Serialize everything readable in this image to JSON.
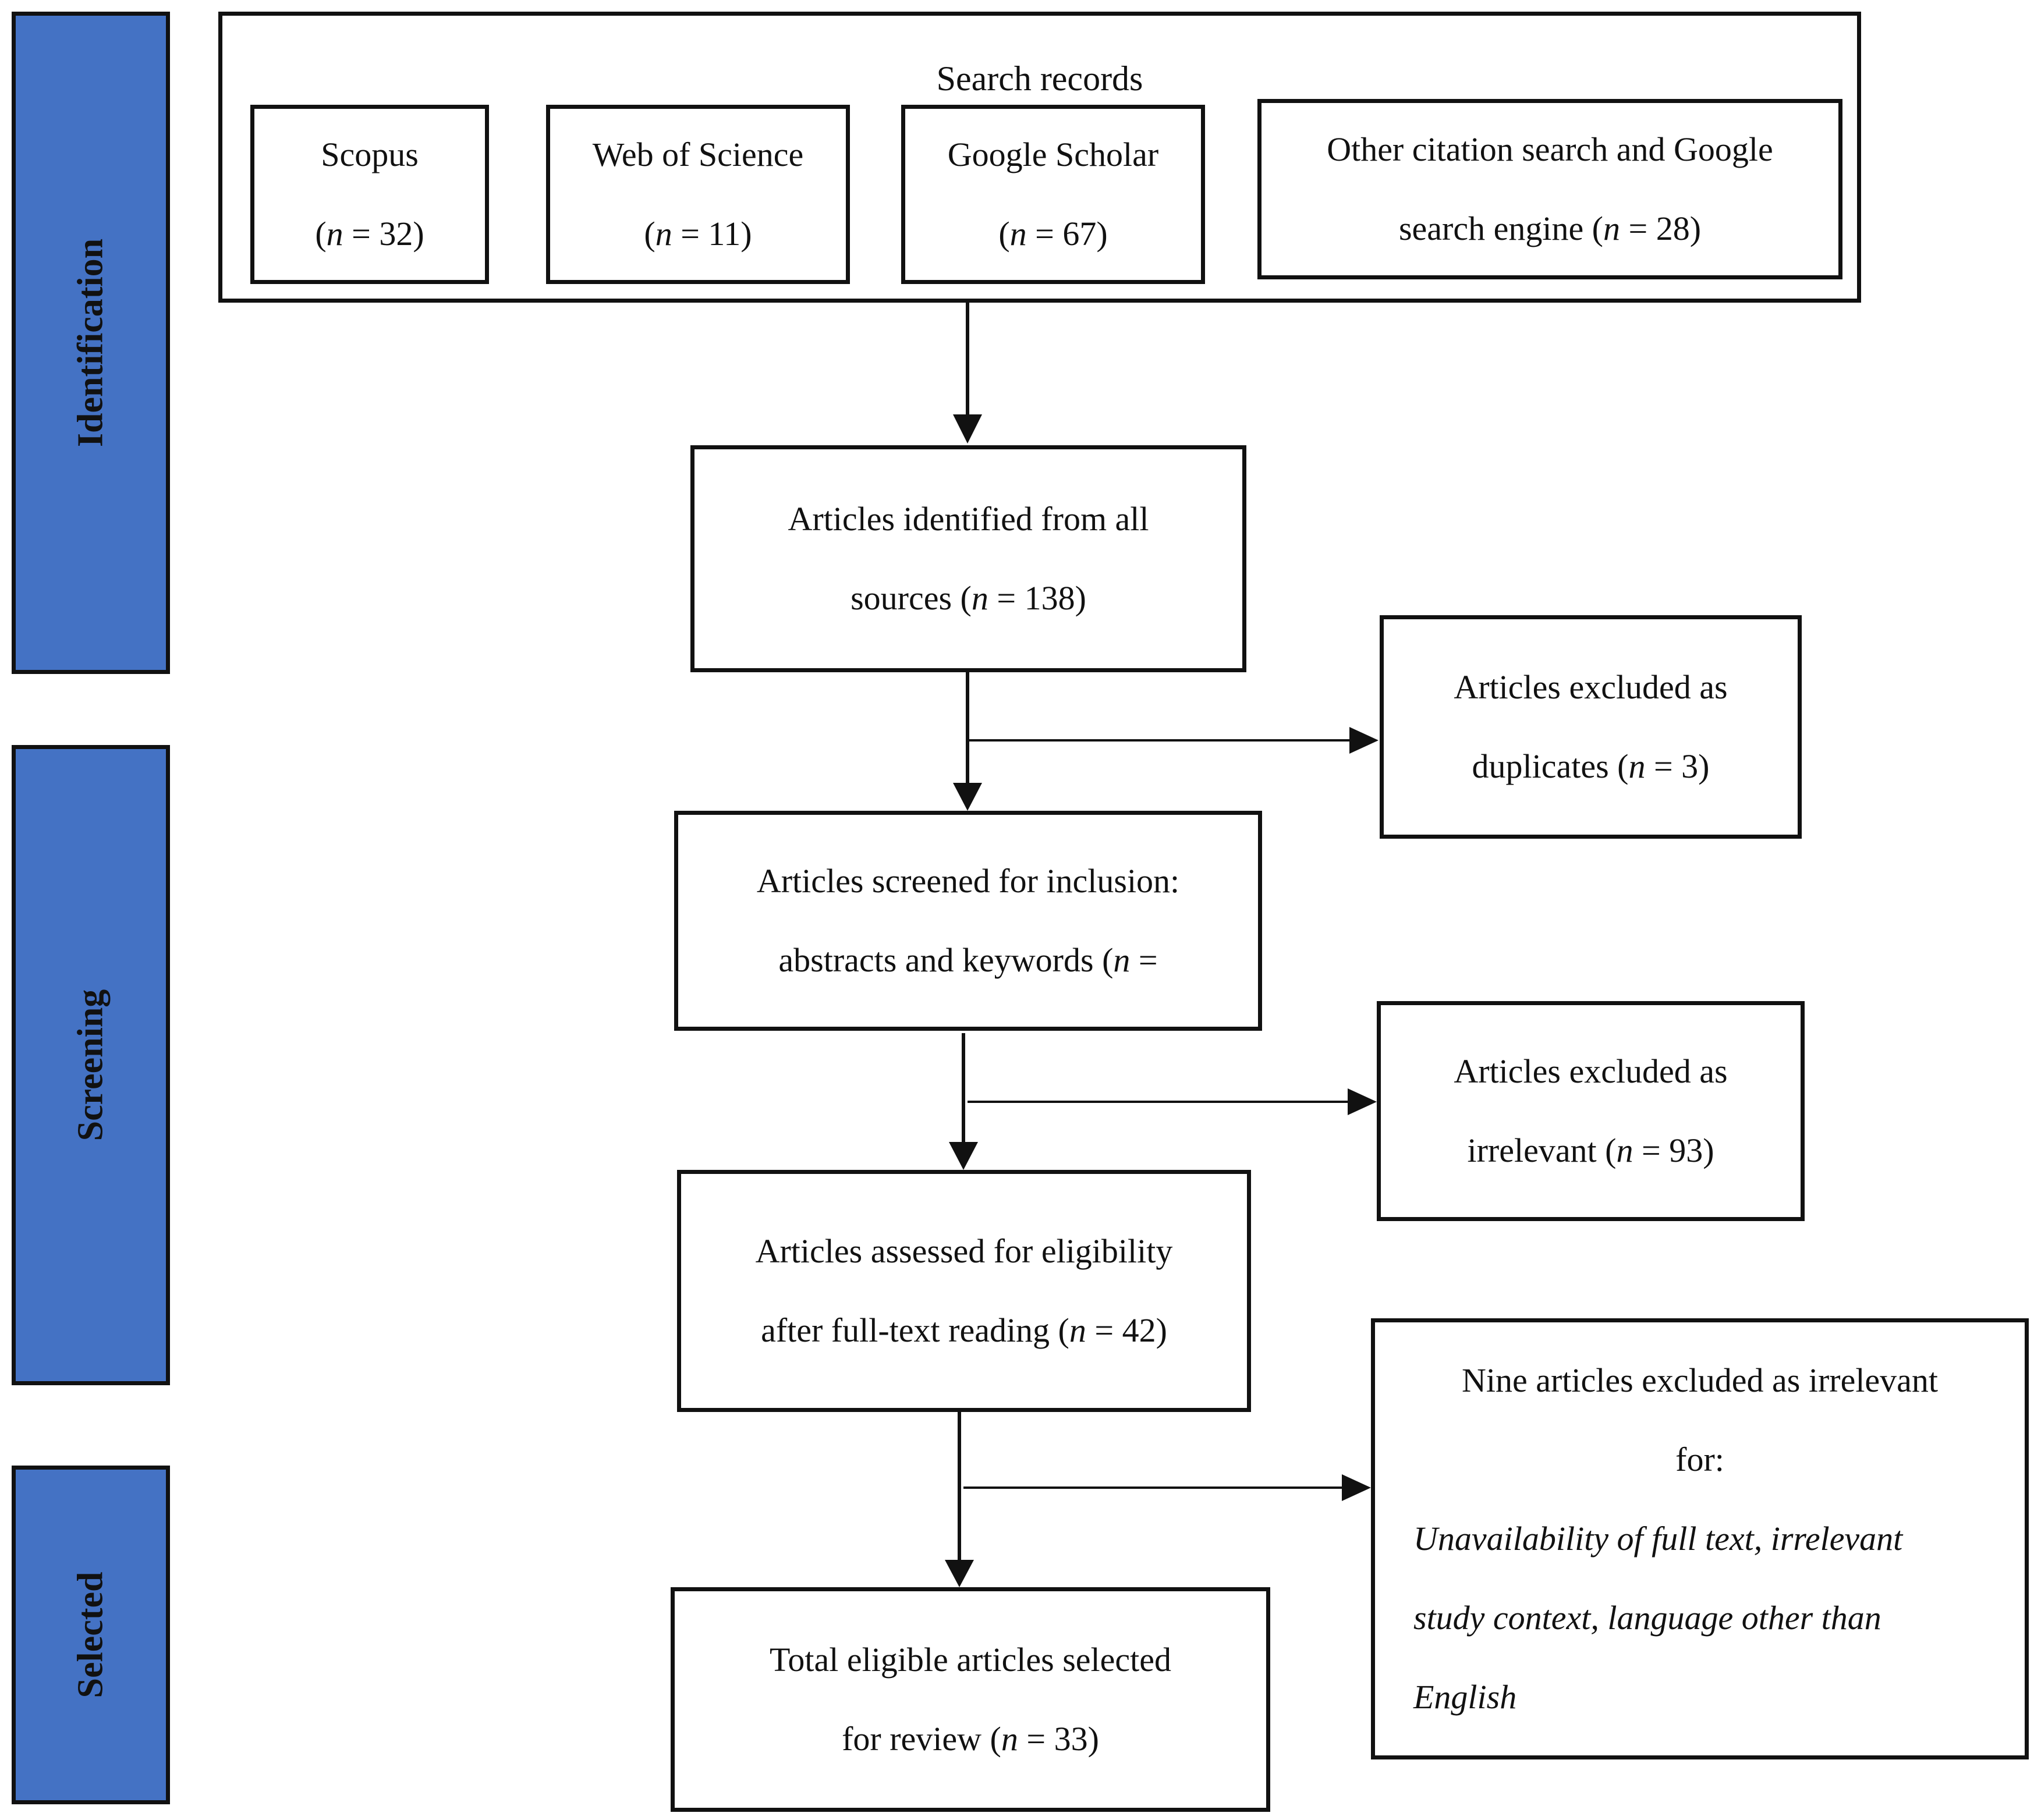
{
  "phases": {
    "identification": "Identification",
    "screening": "Screening",
    "selected": "Selected"
  },
  "search_records": {
    "title": "Search records",
    "scopus": {
      "line1": "Scopus",
      "line2_prefix": "(",
      "n": "n",
      "line2_suffix": " = 32)"
    },
    "wos": {
      "line1": "Web of Science",
      "line2_prefix": "(",
      "n": "n",
      "line2_suffix": " = 11)"
    },
    "scholar": {
      "line1": "Google Scholar",
      "line2_prefix": "(",
      "n": "n",
      "line2_suffix": " = 67)"
    },
    "other": {
      "line1": "Other citation search and Google",
      "line2_prefix": "search engine (",
      "n": "n",
      "line2_suffix": " = 28)"
    }
  },
  "identified": {
    "line1": "Articles identified from all",
    "line2_prefix": "sources (",
    "n": "n",
    "line2_suffix": " = 138)"
  },
  "duplicates": {
    "line1": "Articles excluded as",
    "line2_prefix": "duplicates (",
    "n": "n",
    "line2_suffix": " = 3)"
  },
  "screened": {
    "line1": "Articles screened for inclusion:",
    "line2_prefix": "abstracts and keywords (",
    "n": "n",
    "line2_suffix": " ="
  },
  "irrelevant": {
    "line1": "Articles excluded as",
    "line2_prefix": "irrelevant (",
    "n": "n",
    "line2_suffix": " = 93)"
  },
  "assessed": {
    "line1": "Articles assessed for eligibility",
    "line2_prefix": "after full-text reading (",
    "n": "n",
    "line2_suffix": " = 42)"
  },
  "nine_excluded": {
    "line1": "Nine articles excluded as irrelevant",
    "line2": "for:",
    "line3": "Unavailability of full text, irrelevant",
    "line4": "study context, language other than",
    "line5": "English"
  },
  "selected": {
    "line1": "Total eligible articles selected",
    "line2_prefix": "for review (",
    "n": "n",
    "line2_suffix": " = 33)"
  }
}
